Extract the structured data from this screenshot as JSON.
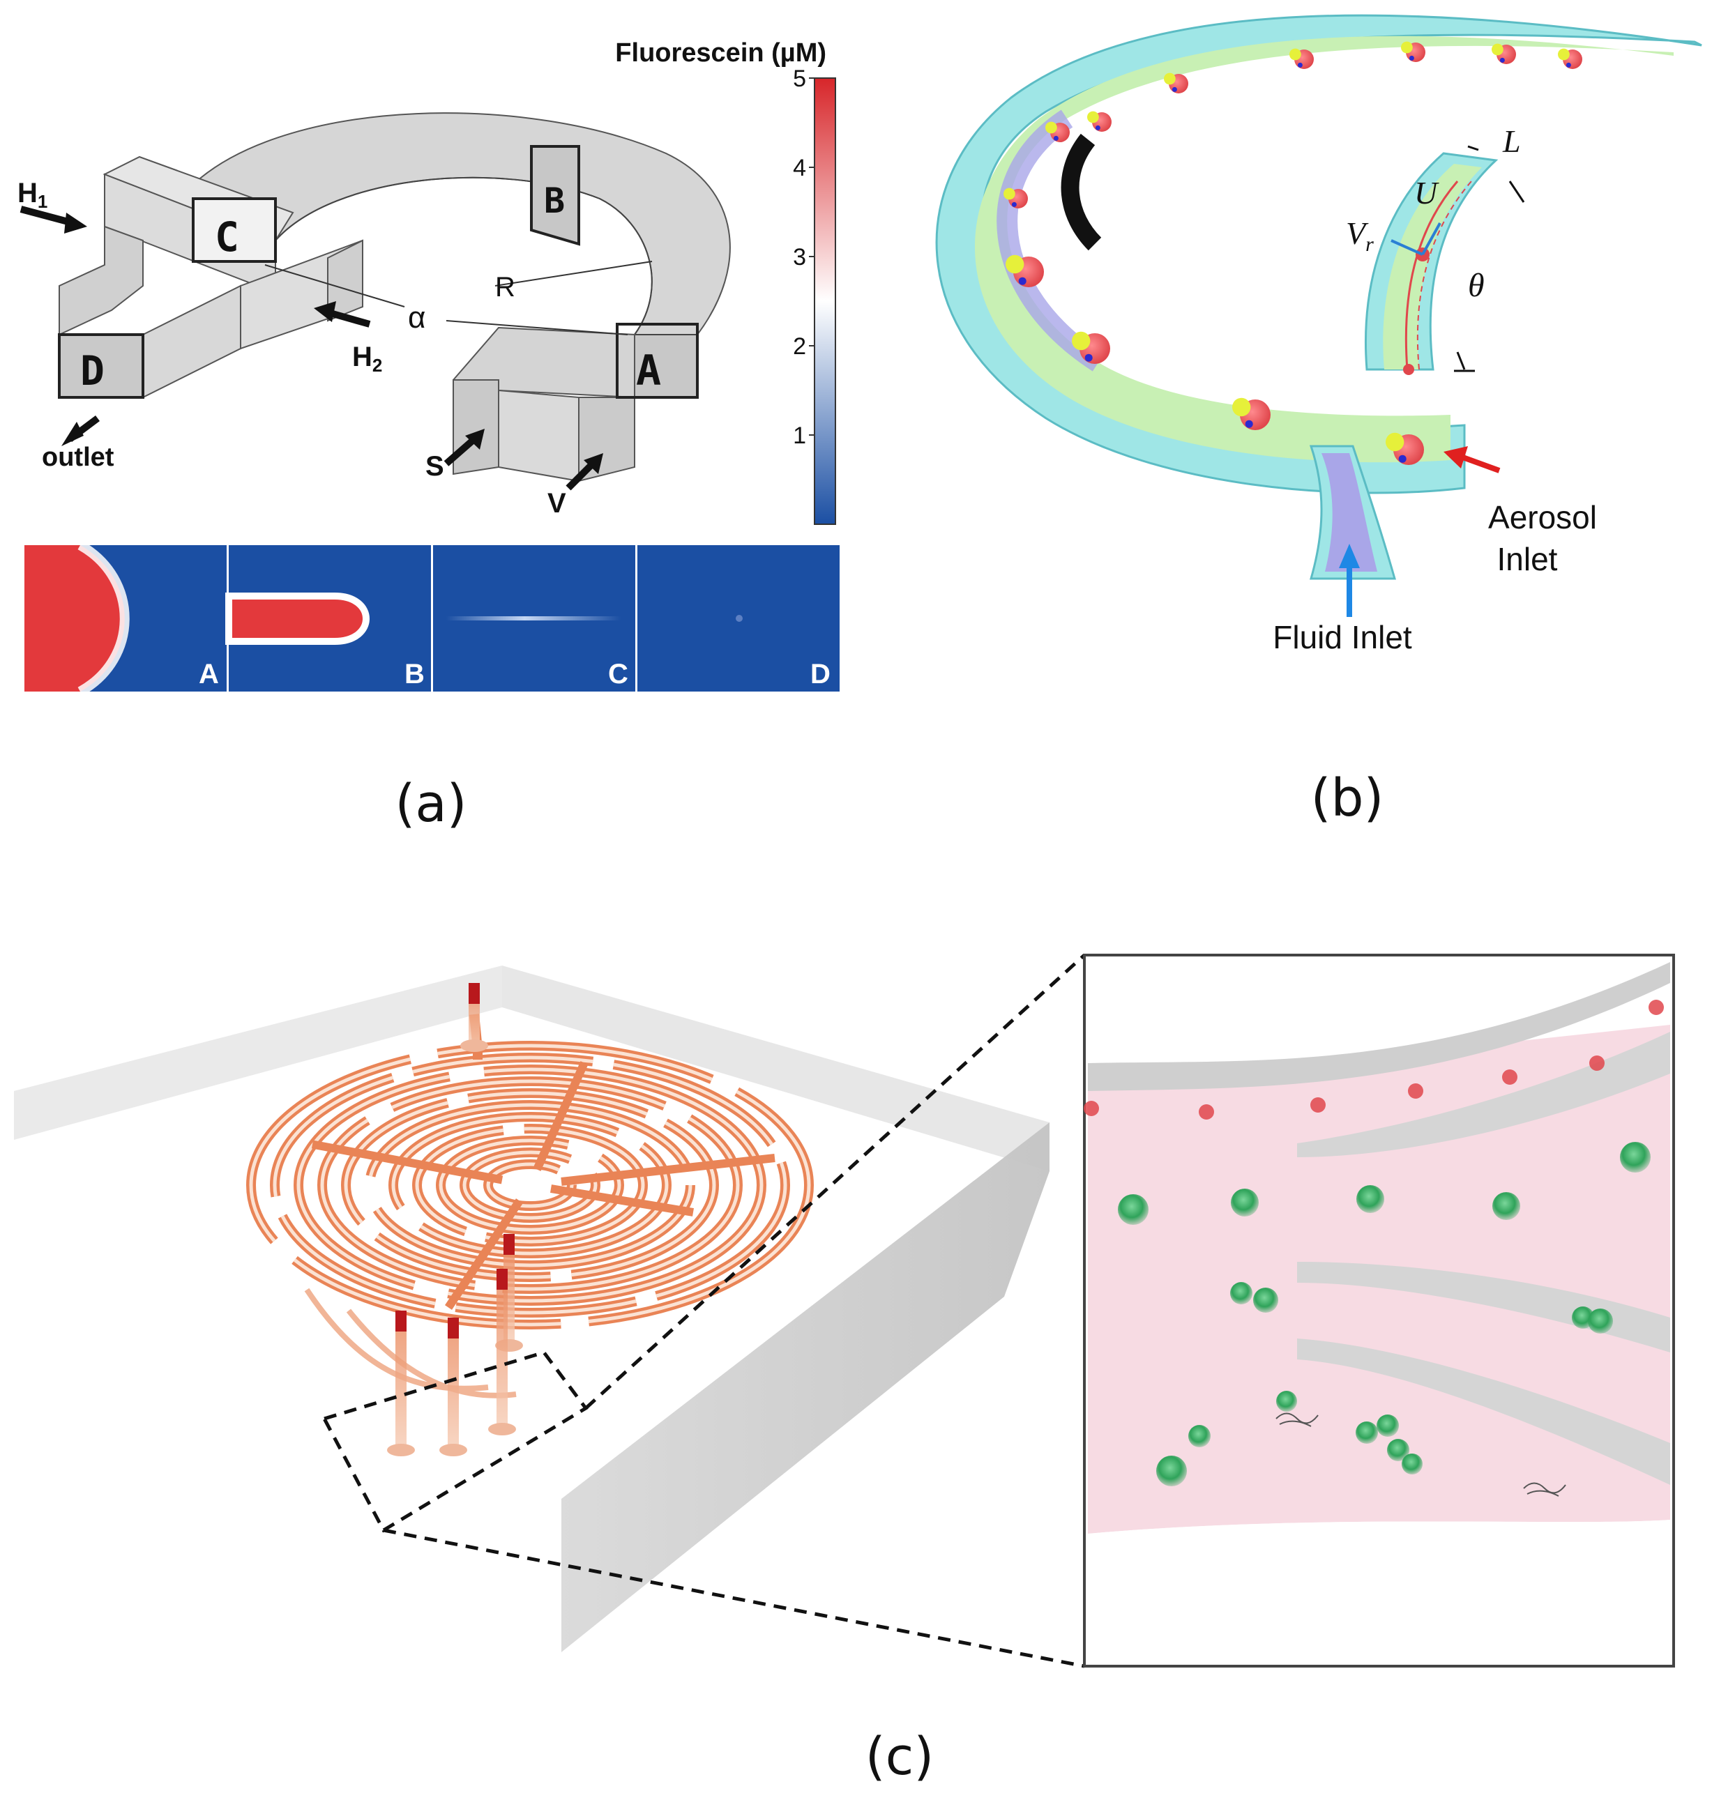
{
  "panel_a": {
    "colorbar_title": "Fluorescein (µM)",
    "colorbar_ticks": [
      "5",
      "4",
      "3",
      "2",
      "1"
    ],
    "colorbar_range": [
      0,
      5
    ],
    "box_labels": [
      "A",
      "B",
      "C",
      "D"
    ],
    "inlets": {
      "h1": "H",
      "h1_sub": "1",
      "h2": "H",
      "h2_sub": "2",
      "s": "S",
      "v": "V"
    },
    "outlet": "outlet",
    "alpha": "α",
    "radius": "R",
    "slice_labels": [
      "A",
      "B",
      "C",
      "D"
    ],
    "caption": "(a)"
  },
  "panel_b": {
    "symbol_L": "L",
    "symbol_U": "U",
    "symbol_V": "V",
    "symbol_V_sub": "r",
    "symbol_theta": "θ",
    "aerosol_inlet_line1": "Aerosol",
    "aerosol_inlet_line2": "Inlet",
    "fluid_inlet": "Fluid Inlet",
    "caption": "(b)"
  },
  "panel_c": {
    "caption": "(c)"
  },
  "colors": {
    "colorbar_high": "#d7262a",
    "colorbar_mid": "#ffffff",
    "colorbar_low": "#1b4fa3",
    "channel_cyan": "#9fe6e6",
    "channel_green": "#c8f0b4",
    "channel_purple": "#a9a6e8",
    "maze_orange": "#e98456",
    "particle_green": "#2fa35a",
    "particle_red": "#e0474c",
    "zoom_pink": "#f7dbe3"
  }
}
